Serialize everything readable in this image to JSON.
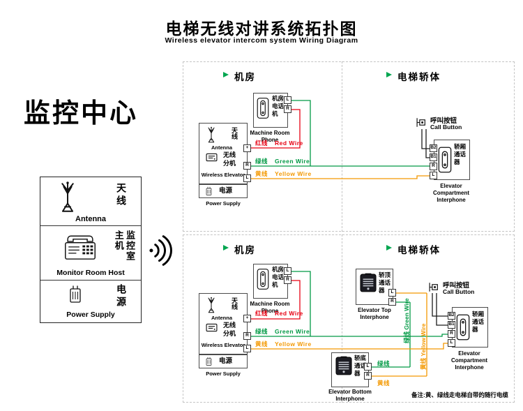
{
  "header": {
    "title_cn": "电梯无线对讲系统拓扑图",
    "title_en": "Wireless elevator intercom system Wiring Diagram"
  },
  "monitor_center": {
    "heading": "监控中心",
    "antenna": {
      "cn": "天线",
      "en": "Antenna"
    },
    "host": {
      "cn": "监控室主机",
      "en": "Monitor Room Host"
    },
    "power": {
      "cn": "电源",
      "en": "Power Supply"
    }
  },
  "diagram_top": {
    "machine_room_label": "机房",
    "elevator_body_label": "电梯轿体",
    "machine_phone": {
      "cn": "机房电话机",
      "en": "Machine Room Phone",
      "terminal_l": "L",
      "terminal_r": "R"
    },
    "wireless_unit": {
      "antenna_cn": "天线",
      "antenna_en": "Antenna",
      "cn": "无线分机",
      "en": "Wireless Elevator",
      "terminal_plus": "+",
      "terminal_r": "R",
      "terminal_l": "L"
    },
    "power": {
      "cn": "电源",
      "en": "Power Supply"
    },
    "wires": {
      "red": {
        "cn": "红线",
        "en": "Red Wire"
      },
      "green": {
        "cn": "绿线",
        "en": "Green Wire"
      },
      "yellow": {
        "cn": "黄线",
        "en": "Yellow Wire"
      }
    },
    "call_button": {
      "cn": "呼叫按钮",
      "en": "Call Button"
    },
    "compartment": {
      "cn": "轿厢通话器",
      "en": "Elevator Compartment Interphone",
      "t1": "B2",
      "t2": "B1",
      "t3": "R",
      "t4": "L"
    }
  },
  "diagram_bottom": {
    "machine_room_label": "机房",
    "elevator_body_label": "电梯轿体",
    "machine_phone": {
      "cn": "机房电话机",
      "en": "Machine Room Phone",
      "terminal_l": "L",
      "terminal_r": "R"
    },
    "wireless_unit": {
      "antenna_cn": "天线",
      "antenna_en": "Antenna",
      "cn": "无线分机",
      "en": "Wireless Elevator",
      "terminal_plus": "+",
      "terminal_r": "R",
      "terminal_l": "L"
    },
    "power": {
      "cn": "电源",
      "en": "Power Supply"
    },
    "wires": {
      "red": {
        "cn": "红线",
        "en": "Red Wire"
      },
      "green": {
        "cn": "绿线",
        "en": "Green Wire"
      },
      "yellow": {
        "cn": "黄线",
        "en": "Yellow Wire"
      }
    },
    "top_interphone": {
      "cn": "轿顶通话器",
      "en": "Elevator Top Interphone",
      "terminal_l": "L",
      "terminal_r": "R"
    },
    "bottom_interphone": {
      "cn": "轿底通话器",
      "en": "Elevator Bottom Interphone",
      "terminal_l": "L",
      "terminal_r": "R"
    },
    "vertical_green": "绿线 Green Wire",
    "vertical_yellow": "黄线 Yellow Wire",
    "branch_green": "绿线",
    "branch_yellow": "黄线",
    "call_button": {
      "cn": "呼叫按钮",
      "en": "Call Button"
    },
    "compartment": {
      "cn": "轿厢通话器",
      "en": "Elevator Compartment Interphone",
      "t1": "B2",
      "t2": "B1",
      "t3": "R",
      "t4": "L"
    }
  },
  "note": "备注:黄、绿线走电梯自带的随行电缆",
  "colors": {
    "red_wire": "#e60012",
    "green_wire": "#009944",
    "yellow_wire": "#f39800",
    "black_wire": "#1a1a1a",
    "marker": "#00a650"
  }
}
